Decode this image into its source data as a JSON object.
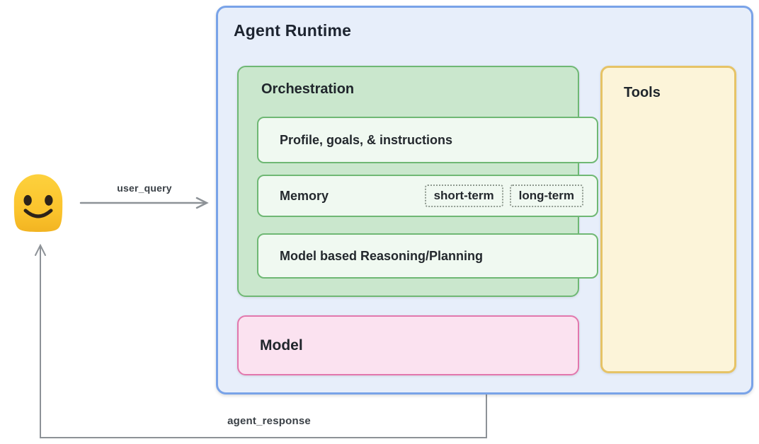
{
  "agent_runtime": {
    "title": "Agent Runtime"
  },
  "orchestration": {
    "title": "Orchestration",
    "profile_label": "Profile, goals, & instructions",
    "memory_label": "Memory",
    "memory_chips": [
      {
        "label": "short-term"
      },
      {
        "label": "long-term"
      }
    ],
    "reasoning_label": "Model based Reasoning/Planning"
  },
  "model": {
    "title": "Model"
  },
  "tools": {
    "title": "Tools"
  },
  "flows": {
    "user_query_label": "user_query",
    "agent_response_label": "agent_response"
  },
  "icons": {
    "user": "smiley-face-user-emoji"
  },
  "colors": {
    "runtime_bg": "#e7eefa",
    "runtime_border": "#79a3e8",
    "orchestration_bg": "#cae7cd",
    "orchestration_border": "#6fb874",
    "inner_box_bg": "#f0f9f1",
    "inner_box_border": "#6fb874",
    "model_bg": "#fbe2f0",
    "model_border": "#e277ad",
    "tools_bg": "#fcf4d9",
    "tools_border": "#e6c366",
    "arrow_gray": "#8d9297",
    "emoji_yellow": "#fcc62e",
    "text_dark": "#202328"
  }
}
